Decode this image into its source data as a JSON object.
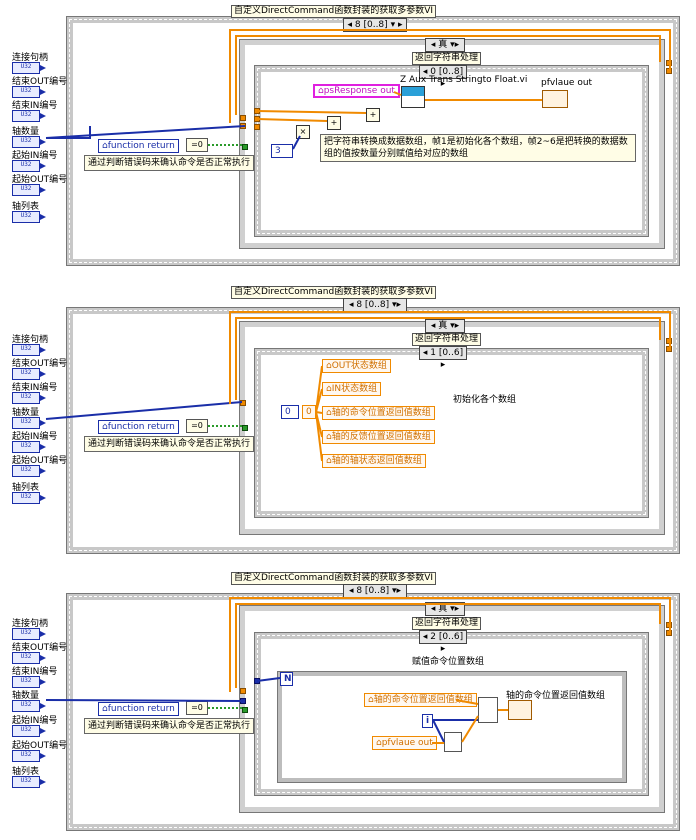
{
  "controls": [
    {
      "label": "连接句柄",
      "type": "U32"
    },
    {
      "label": "结束OUT编号",
      "type": "U32"
    },
    {
      "label": "结束IN编号",
      "type": "U32"
    },
    {
      "label": "轴数量",
      "type": "U32"
    },
    {
      "label": "起始IN编号",
      "type": "U32"
    },
    {
      "label": "起始OUT编号",
      "type": "U32"
    },
    {
      "label": "轴列表",
      "type": "U32"
    }
  ],
  "common": {
    "outer_title": "自定义DirectCommand函数封装的获取多参数VI",
    "outer_selector": "8 [0..8]",
    "case_selector": "真",
    "inner_title": "返回字符串处理",
    "function_return": "function return",
    "zero_const": "0",
    "comment": "通过判断错误码来确认命令是否正常执行"
  },
  "panels": [
    {
      "inner_selector": "0 [0..8]",
      "ps_response": "psResponse out",
      "subvi_label": "Z Aux Trans Stringto Float.vi",
      "indicator_label": "pfvlaue out",
      "const_3": "3",
      "note": "把字符串转换成数据数组，帧1是初始化各个数组，帧2~6是把转换的数据数组的值按数量分别赋值给对应的数组"
    },
    {
      "inner_selector": "1 [0..6]",
      "const_0a": "0",
      "const_0b": "0",
      "locals": [
        "OUT状态数组",
        "IN状态数组",
        "轴的命令位置返回值数组",
        "轴的反馈位置返回值数组",
        "轴的轴状态返回值数组"
      ],
      "label": "初始化各个数组"
    },
    {
      "inner_selector": "2 [0..6]",
      "loop_title": "赋值命令位置数组",
      "loop_n": "N",
      "loop_i": "i",
      "local_cmd": "轴的命令位置返回值数组",
      "local_pf": "pfvlaue out",
      "array_label": "轴的命令位置返回值数组"
    }
  ]
}
